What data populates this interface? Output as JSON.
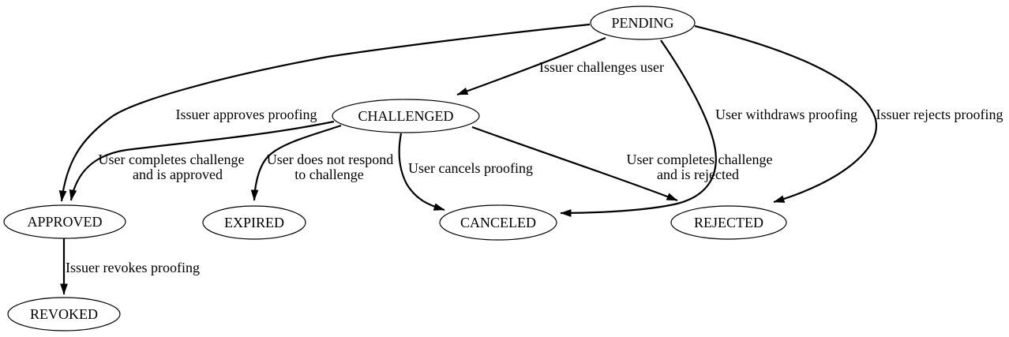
{
  "diagram": {
    "type": "state-machine",
    "description": "Proofing status state transition diagram"
  },
  "colors": {
    "background": "#ffffff",
    "node_fill": "#ffffff",
    "stroke": "#000000",
    "text": "#000000"
  },
  "nodes": {
    "pending": {
      "label": "PENDING"
    },
    "challenged": {
      "label": "CHALLENGED"
    },
    "approved": {
      "label": "APPROVED"
    },
    "expired": {
      "label": "EXPIRED"
    },
    "canceled": {
      "label": "CANCELED"
    },
    "rejected": {
      "label": "REJECTED"
    },
    "revoked": {
      "label": "REVOKED"
    }
  },
  "edges": {
    "pending_challenged": {
      "from": "PENDING",
      "to": "CHALLENGED",
      "label": "Issuer challenges user"
    },
    "pending_approved": {
      "from": "PENDING",
      "to": "APPROVED",
      "label": "Issuer approves proofing"
    },
    "pending_canceled": {
      "from": "PENDING",
      "to": "CANCELED",
      "label": "User withdraws proofing"
    },
    "pending_rejected": {
      "from": "PENDING",
      "to": "REJECTED",
      "label": "Issuer rejects proofing"
    },
    "challenged_approved": {
      "from": "CHALLENGED",
      "to": "APPROVED",
      "label": "User completes challenge and is approved",
      "lines": [
        "User completes challenge",
        "and is approved"
      ]
    },
    "challenged_expired": {
      "from": "CHALLENGED",
      "to": "EXPIRED",
      "label": "User does not respond to challenge",
      "lines": [
        "User does not respond",
        "to challenge"
      ]
    },
    "challenged_canceled": {
      "from": "CHALLENGED",
      "to": "CANCELED",
      "label": "User cancels proofing"
    },
    "challenged_rejected": {
      "from": "CHALLENGED",
      "to": "REJECTED",
      "label": "User completes challenge and is rejected",
      "lines": [
        "User completes challenge",
        "and is rejected"
      ]
    },
    "approved_revoked": {
      "from": "APPROVED",
      "to": "REVOKED",
      "label": "Issuer revokes proofing"
    }
  }
}
